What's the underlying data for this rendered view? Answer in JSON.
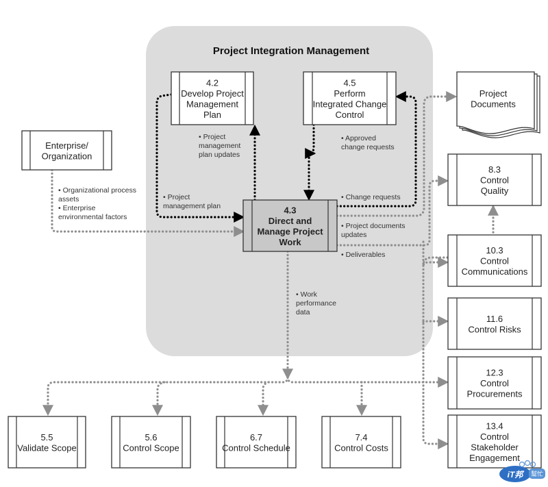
{
  "diagram": {
    "title": "Project Integration Management",
    "colors": {
      "region_fill": "#dcdcdc",
      "focus_box_fill": "#c8c8c8",
      "black_flow": "#000000",
      "gray_flow": "#8e8e8e",
      "box_stroke": "#333333"
    },
    "processes": {
      "p42": {
        "number": "4.2",
        "lines": [
          "Develop Project",
          "Management",
          "Plan"
        ]
      },
      "p45": {
        "number": "4.5",
        "lines": [
          "Perform",
          "Integrated Change",
          "Control"
        ]
      },
      "p43": {
        "number": "4.3",
        "lines": [
          "Direct and",
          "Manage Project",
          "Work"
        ]
      },
      "enterprise": {
        "lines": [
          "Enterprise/",
          "Organization"
        ]
      },
      "docs": {
        "lines": [
          "Project",
          "Documents"
        ]
      },
      "p83": {
        "number": "8.3",
        "lines": [
          "Control",
          "Quality"
        ]
      },
      "p103": {
        "number": "10.3",
        "lines": [
          "Control",
          "Communications"
        ]
      },
      "p116": {
        "number": "11.6",
        "lines": [
          "Control Risks"
        ]
      },
      "p123": {
        "number": "12.3",
        "lines": [
          "Control",
          "Procurements"
        ]
      },
      "p134": {
        "number": "13.4",
        "lines": [
          "Control",
          "Stakeholder",
          "Engagement"
        ]
      },
      "p55": {
        "number": "5.5",
        "lines": [
          "Validate Scope"
        ]
      },
      "p56": {
        "number": "5.6",
        "lines": [
          "Control Scope"
        ]
      },
      "p67": {
        "number": "6.7",
        "lines": [
          "Control Schedule"
        ]
      },
      "p74": {
        "number": "7.4",
        "lines": [
          "Control Costs"
        ]
      }
    },
    "flow_labels": {
      "pmp_updates": [
        "• Project",
        "management",
        "plan updates"
      ],
      "approved_cr": [
        "• Approved",
        "change requests"
      ],
      "pmp": [
        "• Project",
        "management plan"
      ],
      "enterprise_inputs": [
        "• Organizational process",
        "assets",
        "• Enterprise",
        "environmental factors"
      ],
      "change_requests": [
        "• Change requests"
      ],
      "doc_updates": [
        "• Project documents",
        "updates"
      ],
      "deliverables": [
        "• Deliverables"
      ],
      "work_perf": [
        "• Work",
        "performance",
        "data"
      ]
    },
    "watermark": {
      "main": "iT邦",
      "sub": "幫忙"
    }
  }
}
